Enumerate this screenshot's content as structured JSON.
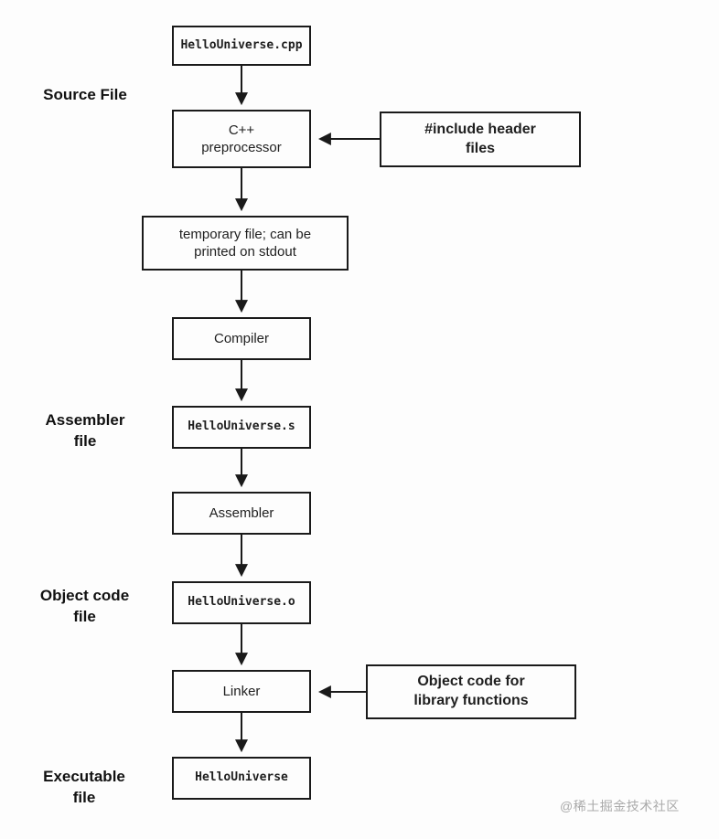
{
  "nodes": {
    "source_file": "HelloUniverse.cpp",
    "preprocessor": "C++\npreprocessor",
    "temp_file": "temporary file; can be\nprinted on stdout",
    "compiler": "Compiler",
    "assembler_file": "HelloUniverse.s",
    "assembler": "Assembler",
    "object_file": "HelloUniverse.o",
    "linker": "Linker",
    "executable": "HelloUniverse"
  },
  "side_labels": {
    "source": "Source File",
    "assembler": "Assembler\nfile",
    "object": "Object code\nfile",
    "executable": "Executable\nfile"
  },
  "annotations": {
    "include_headers": "#include header\nfiles",
    "object_code_lib": "Object code for\nlibrary functions"
  },
  "watermark": "@稀土掘金技术社区",
  "colors": {
    "background": "#fdfdfd",
    "line": "#1a1a1a",
    "watermark": "#aaaaaa"
  }
}
